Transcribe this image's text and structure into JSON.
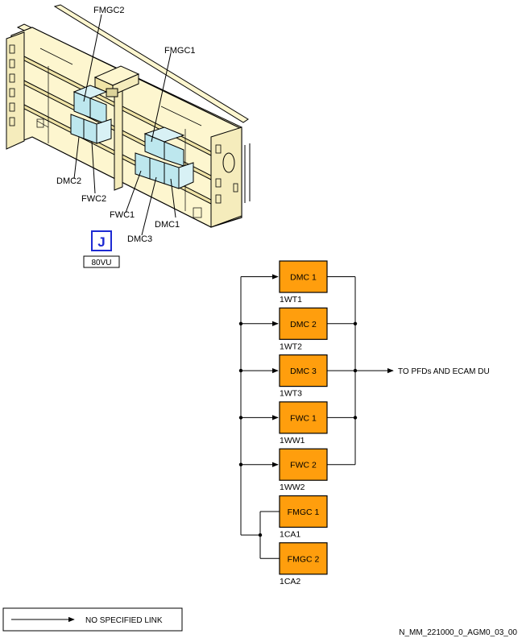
{
  "figure": {
    "callouts": {
      "fmgc2": "FMGC2",
      "fmgc1": "FMGC1",
      "dmc2": "DMC2",
      "fwc2": "FWC2",
      "fwc1": "FWC1",
      "dmc3": "DMC3",
      "dmc1": "DMC1"
    },
    "zone_letter": "J",
    "zone_label": "80VU",
    "colors": {
      "rack_fill": "#fdf6cf",
      "computer_fill": "#bde7ee",
      "zone_badge": "#1d2ad3",
      "line": "#000000"
    }
  },
  "schematic": {
    "colors": {
      "box_fill": "#ff9e0d",
      "box_border": "#000000"
    },
    "boxes": [
      {
        "label": "DMC 1",
        "ref": "1WT1",
        "group": "main"
      },
      {
        "label": "DMC 2",
        "ref": "1WT2",
        "group": "main"
      },
      {
        "label": "DMC 3",
        "ref": "1WT3",
        "group": "main"
      },
      {
        "label": "FWC 1",
        "ref": "1WW1",
        "group": "main"
      },
      {
        "label": "FWC 2",
        "ref": "1WW2",
        "group": "main"
      },
      {
        "label": "FMGC 1",
        "ref": "1CA1",
        "group": "fmgc"
      },
      {
        "label": "FMGC 2",
        "ref": "1CA2",
        "group": "fmgc"
      }
    ],
    "output_label": "TO PFDs AND ECAM DU"
  },
  "legend": {
    "arrow_label": "NO SPECIFIED LINK"
  },
  "footer": {
    "reference": "N_MM_221000_0_AGM0_03_00"
  }
}
